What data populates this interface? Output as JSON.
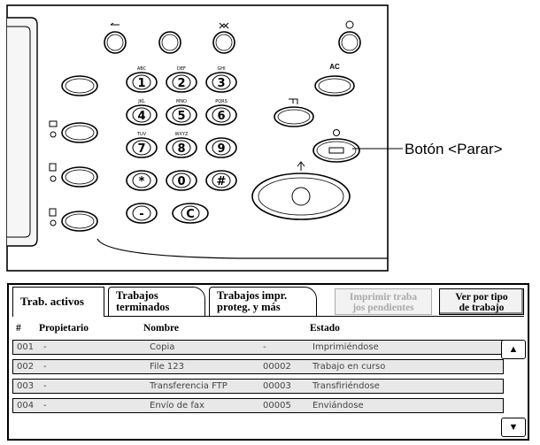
{
  "panel": {
    "keys": [
      {
        "label": "1",
        "sub": "ABC"
      },
      {
        "label": "2",
        "sub": "DEF"
      },
      {
        "label": "3",
        "sub": "GHI"
      },
      {
        "label": "4",
        "sub": "JKL"
      },
      {
        "label": "5",
        "sub": "MNO"
      },
      {
        "label": "6",
        "sub": "PQRS"
      },
      {
        "label": "7",
        "sub": "TUV"
      },
      {
        "label": "8",
        "sub": "WXYZ"
      },
      {
        "label": "9",
        "sub": ""
      },
      {
        "label": "*",
        "sub": ""
      },
      {
        "label": "0",
        "sub": ""
      },
      {
        "label": "#",
        "sub": ""
      },
      {
        "label": "-",
        "sub": ""
      },
      {
        "label": "C",
        "sub": ""
      }
    ],
    "ac_label": "AC",
    "callout": "Botón <Parar>"
  },
  "screen": {
    "tabs": [
      {
        "label": "Trab. activos"
      },
      {
        "label": "Trabajos\nterminados"
      },
      {
        "label": "Trabajos impr.\nproteg. y más"
      }
    ],
    "buttons": [
      {
        "label": "Imprimir traba\njos pendientes",
        "enabled": false
      },
      {
        "label": "Ver por tipo\nde trabajo",
        "enabled": true
      }
    ],
    "columns": [
      "#",
      "Propietario",
      "Nombre",
      "Estado"
    ],
    "rows": [
      {
        "num": "001",
        "owner": "-",
        "name": "Copia",
        "id": "-",
        "status": "Imprimiéndose"
      },
      {
        "num": "002",
        "owner": "-",
        "name": "File 123",
        "id": "00002",
        "status": "Trabajo en curso"
      },
      {
        "num": "003",
        "owner": "-",
        "name": "Transferencia FTP",
        "id": "00003",
        "status": "Transfiriéndose"
      },
      {
        "num": "004",
        "owner": "-",
        "name": "Envío de fax",
        "id": "00005",
        "status": "Enviándose"
      }
    ]
  }
}
